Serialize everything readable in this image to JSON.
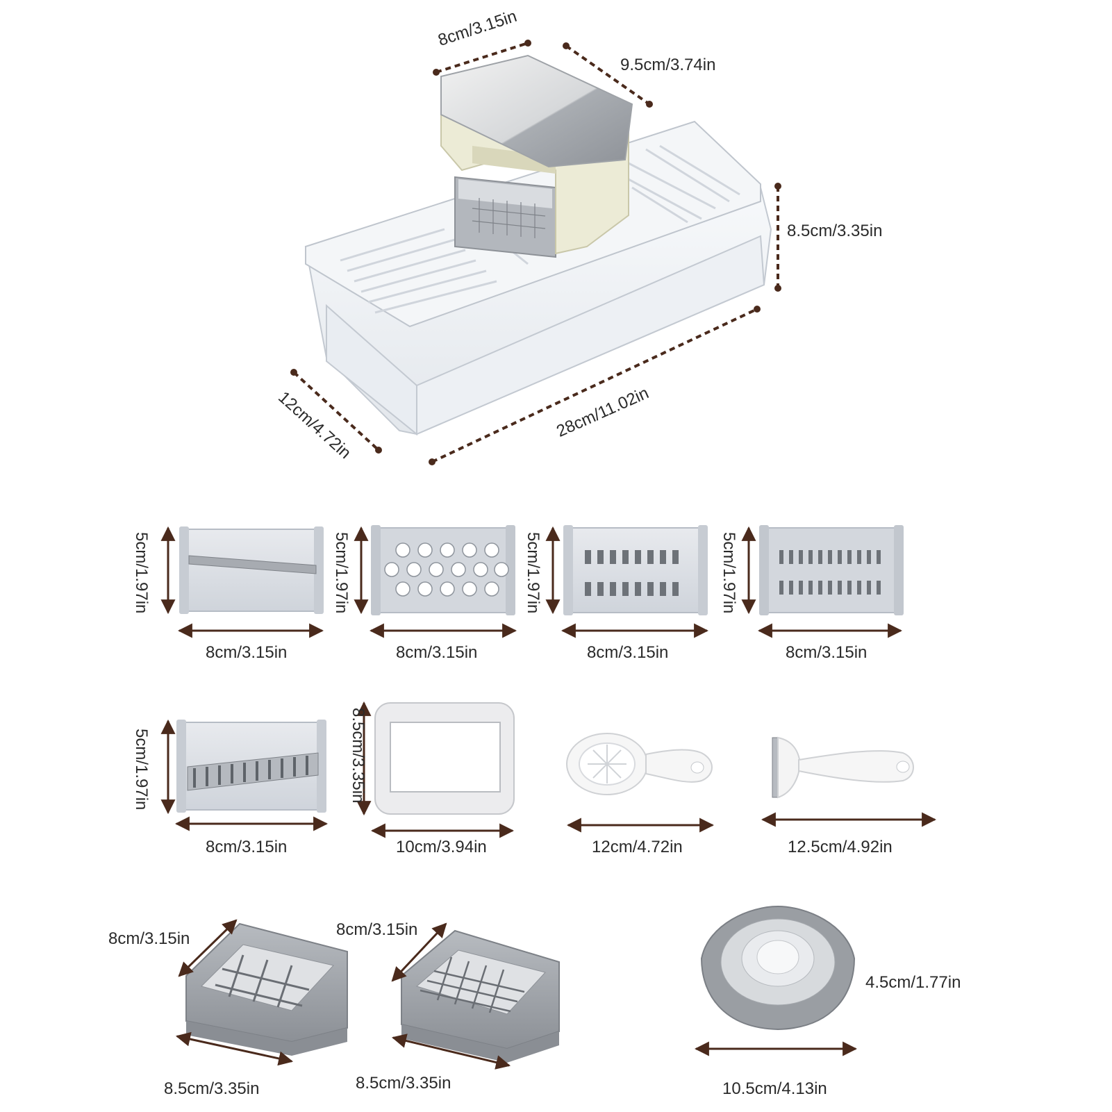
{
  "colors": {
    "arrow": "#4a2a1c",
    "text": "#2a2a2a",
    "plastic_gray": "#9a9ea3",
    "blade_gray": "#c8ccd2",
    "clear": "#eef1f5",
    "cream": "#ecebd6"
  },
  "main_unit": {
    "depth_top": "8cm/3.15in",
    "width_top": "9.5cm/3.74in",
    "height": "8.5cm/3.35in",
    "length": "28cm/11.02in",
    "width_side": "12cm/4.72in"
  },
  "blades_row1": [
    {
      "name": "slicer-blade",
      "height": "5cm/1.97in",
      "width": "8cm/3.15in"
    },
    {
      "name": "grater-blade",
      "height": "5cm/1.97in",
      "width": "8cm/3.15in"
    },
    {
      "name": "coarse-shredder-blade",
      "height": "5cm/1.97in",
      "width": "8cm/3.15in"
    },
    {
      "name": "fine-shredder-blade",
      "height": "5cm/1.97in",
      "width": "8cm/3.15in"
    }
  ],
  "row2": [
    {
      "name": "julienne-blade",
      "height": "5cm/1.97in",
      "width": "8cm/3.15in"
    },
    {
      "name": "frame-holder",
      "height": "8.5cm/3.35in",
      "width": "10cm/3.94in"
    },
    {
      "name": "egg-separator",
      "width": "12cm/4.72in"
    },
    {
      "name": "peeler",
      "width": "12.5cm/4.92in"
    }
  ],
  "row3": [
    {
      "name": "large-dicer-grid",
      "depth": "8cm/3.15in",
      "width": "8.5cm/3.35in"
    },
    {
      "name": "small-dicer-grid",
      "depth": "8cm/3.15in",
      "width": "8.5cm/3.35in"
    },
    {
      "name": "hand-guard",
      "height": "4.5cm/1.77in",
      "width": "10.5cm/4.13in"
    }
  ]
}
